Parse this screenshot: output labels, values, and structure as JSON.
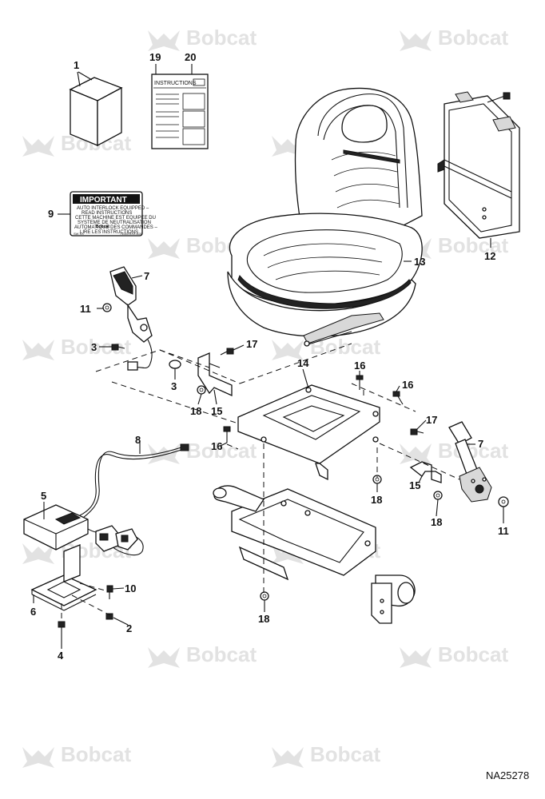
{
  "figure_id": "NA25278",
  "watermark": "Bobcat",
  "instructions_label": "INSTRUCTIONS",
  "decal": {
    "title": "IMPORTANT",
    "lines": [
      "AUTO INTERLOCK EQUIPPED –",
      "READ INSTRUCTIONS",
      "CETTE MACHINE EST EQUIPEE DU",
      "SYSTEME DE NEUTRALISATION",
      "AUTOMATIQUE DES COMMANDES –",
      "LIRE LES INSTRUCTIONS"
    ],
    "brand": "Bobcat",
    "code_left": "SW XX",
    "code_right": "7100XXXX-A00"
  },
  "callouts": [
    "1",
    "19",
    "20",
    "9",
    "7",
    "11",
    "3",
    "3",
    "17",
    "14",
    "16",
    "16",
    "18",
    "15",
    "13",
    "12",
    "8",
    "16",
    "17",
    "7",
    "15",
    "18",
    "18",
    "5",
    "6",
    "10",
    "2",
    "4",
    "11",
    "18"
  ]
}
